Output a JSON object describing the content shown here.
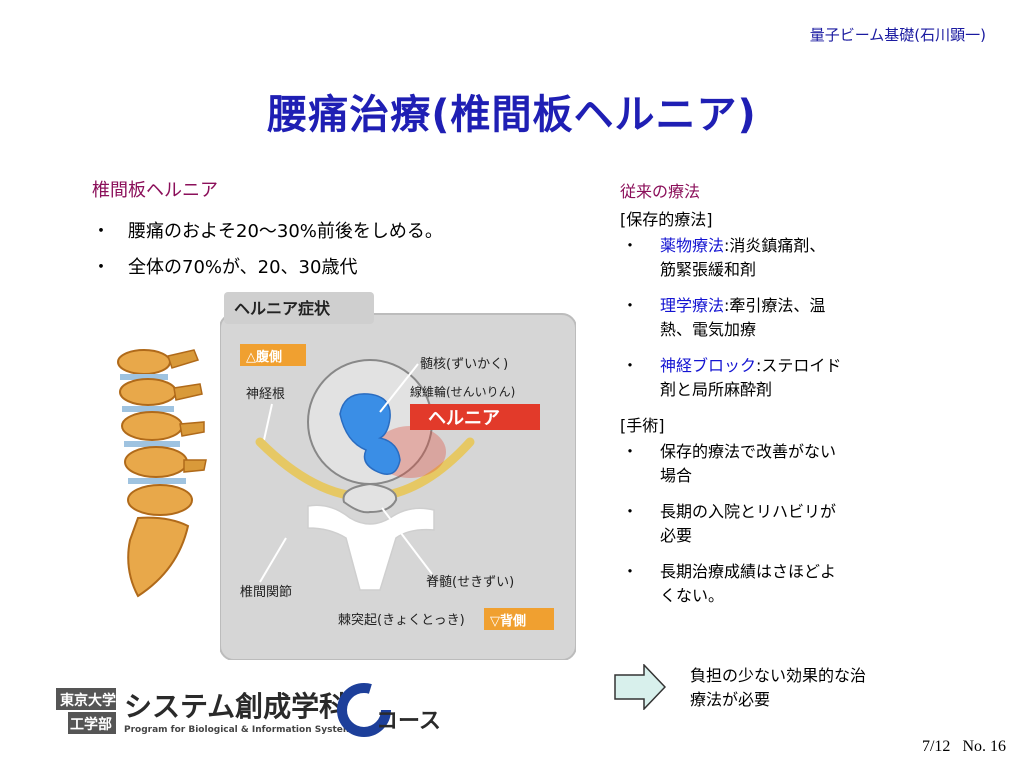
{
  "header_note": "量子ビーム基礎(石川顕一)",
  "title": "腰痛治療(椎間板ヘルニア)",
  "left": {
    "heading": "椎間板ヘルニア",
    "bullet_char": "・",
    "bullets": [
      "腰痛のおよそ20〜30%前後をしめる。",
      "全体の70%が、20、30歳代"
    ]
  },
  "illustration": {
    "panel_title": "ヘルニア症状",
    "labels": {
      "ventral": "△腹側",
      "dorsal": "▽背側",
      "nerve_root": "神経根",
      "nucleus": "髄核(ずいかく)",
      "annulus": "線維輪(せんいりん)",
      "hernia": "ヘルニア",
      "facet": "椎間関節",
      "spinal_cord": "脊髄(せきずい)",
      "spinous": "棘突起(きょくとっき)"
    },
    "colors": {
      "panel_bg": "#d6d6d6",
      "nerve": "#e6c864",
      "nucleus": "#3a8ee6",
      "hernia_label": "#e23a2a",
      "orange_tag": "#f0a030"
    }
  },
  "right": {
    "heading": "従来の療法",
    "conservative_bracket": "[保存的療法]",
    "conservative": [
      {
        "term": "薬物療法",
        "rest1": ":消炎鎮痛剤、",
        "rest2": "筋緊張緩和剤"
      },
      {
        "term": "理学療法",
        "rest1": ":牽引療法、温",
        "rest2": "熱、電気加療"
      },
      {
        "term": "神経ブロック",
        "rest1": ":ステロイド",
        "rest2": "剤と局所麻酔剤"
      }
    ],
    "surgery_bracket": "[手術]",
    "surgery": [
      {
        "line1": "保存的療法で改善がない",
        "line2": "場合"
      },
      {
        "line1": "長期の入院とリハビリが",
        "line2": "必要"
      },
      {
        "line1": "長期治療成績はさほどよ",
        "line2": "くない。"
      }
    ],
    "bullet_char": "・"
  },
  "conclusion": {
    "line1": "負担の少ない効果的な治",
    "line2": "療法が必要"
  },
  "logo": {
    "box1": "東京大学",
    "box2": "工学部",
    "main": "システム創成学科",
    "sub": "Program for Biological & Information Systems",
    "course": "コース"
  },
  "page": {
    "fraction": "7/12",
    "number": "No. 16"
  }
}
